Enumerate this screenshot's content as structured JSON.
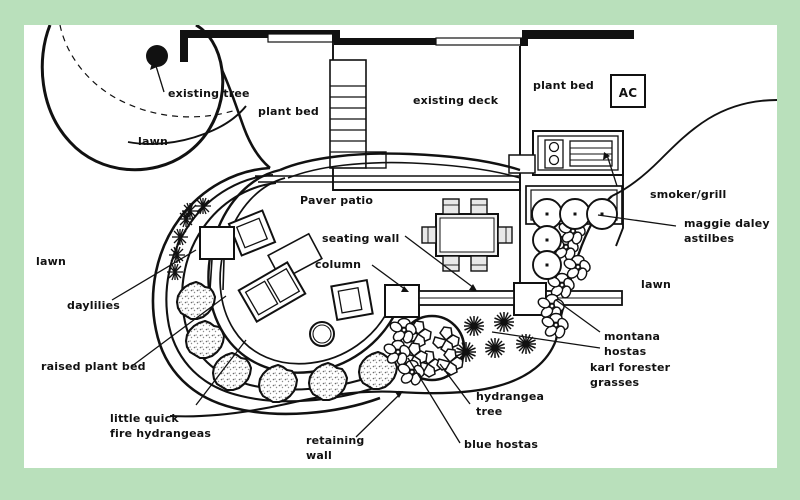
{
  "document": {
    "type": "landscape-design-plan",
    "title": "Backyard Landscape Plan",
    "mat_color": "#b9e0bb",
    "paper_color": "#ffffff",
    "ink_color": "#111111"
  },
  "labels": {
    "existing_tree": "existing tree",
    "plant_bed_left": "plant bed",
    "lawn_upper_left": "lawn",
    "lawn_left": "lawn",
    "lawn_right": "lawn",
    "existing_deck": "existing deck",
    "plant_bed_right": "plant bed",
    "ac_unit": "AC",
    "smoker_grill": "smoker/grill",
    "maggie_daley_astilbes_line1": "maggie daley",
    "maggie_daley_astilbes_line2": "astilbes",
    "paver_patio": "Paver patio",
    "seating_wall": "seating wall",
    "column": "column",
    "daylilies": "daylilies",
    "raised_plant_bed": "raised plant bed",
    "little_quick_fire_hydrangeas_line1": "little quick",
    "little_quick_fire_hydrangeas_line2": "fire hydrangeas",
    "retaining_wall_line1": "retaining",
    "retaining_wall_line2": "wall",
    "blue_hostas": "blue hostas",
    "hydrangea_tree_line1": "hydrangea",
    "hydrangea_tree_line2": "tree",
    "karl_forester_grasses_line1": "karl forester",
    "karl_forester_grasses_line2": "grasses",
    "montana_hostas_line1": "montana",
    "montana_hostas_line2": "hostas"
  },
  "plan_elements": {
    "house": "house footprint along top edge",
    "deck": "existing raised deck with stairs",
    "patio": "circular paver patio with lounge seating and dining set",
    "dining_set": "rectangular table with six chairs",
    "lounge_set": "four lounge chairs, coffee table, side table and fire ring",
    "seating_wall_run": "low seating wall with square columns",
    "retaining_wall_arc": "curved retaining wall enclosing raised bed",
    "plantings": [
      "little quick fire hydrangeas",
      "daylilies",
      "maggie daley astilbes",
      "montana hostas",
      "blue hostas",
      "karl forester grasses",
      "hydrangea tree"
    ]
  }
}
